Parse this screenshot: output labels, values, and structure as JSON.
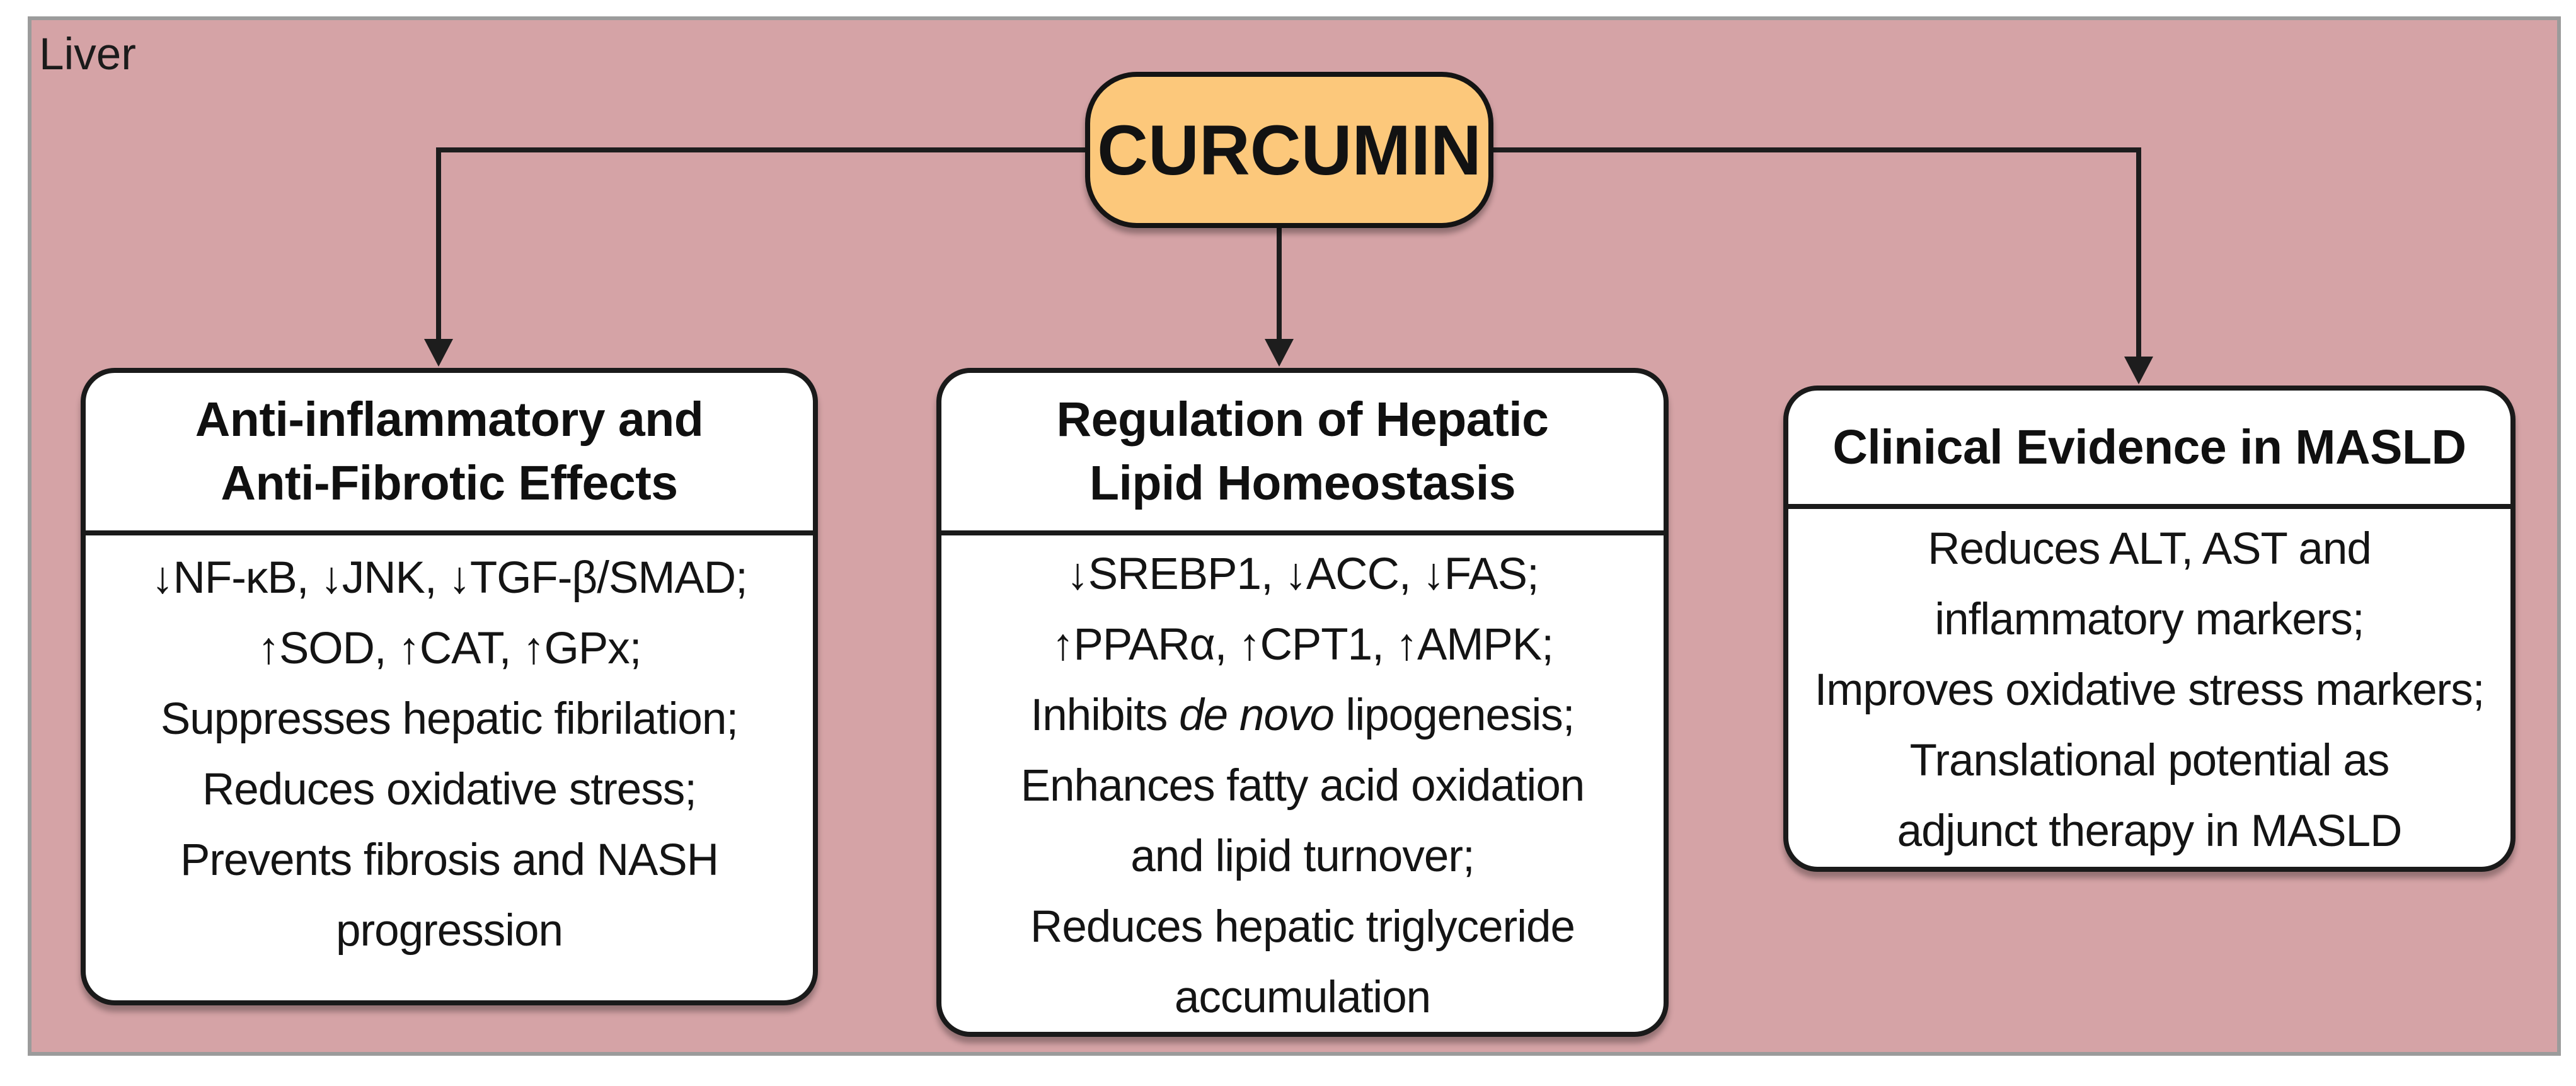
{
  "page": {
    "region_label": "Liver"
  },
  "root_node": {
    "label": "CURCUMIN"
  },
  "boxes": [
    {
      "id": "anti-inflammatory-anti-fibrotic",
      "title_lines": [
        "Anti-inflammatory and",
        "Anti-Fibrotic Effects"
      ],
      "body_lines": [
        "↓NF-κB, ↓JNK, ↓TGF-β/SMAD;",
        "↑SOD, ↑CAT, ↑GPx;",
        "Suppresses hepatic fibrilation;",
        "Reduces oxidative stress;",
        "Prevents fibrosis and NASH",
        "progression"
      ]
    },
    {
      "id": "hepatic-lipid-homeostasis",
      "title_lines": [
        "Regulation of Hepatic",
        "Lipid Homeostasis"
      ],
      "body_lines": [
        "↓SREBP1, ↓ACC, ↓FAS;",
        "↑PPARα, ↑CPT1, ↑AMPK;"
      ],
      "italic_line": {
        "pre": "Inhibits ",
        "italic": "de novo",
        "post": " lipogenesis;"
      },
      "body_lines_after": [
        "Enhances fatty acid oxidation",
        "and lipid turnover;",
        "Reduces hepatic triglyceride",
        "accumulation"
      ]
    },
    {
      "id": "clinical-evidence-masld",
      "title_lines": [
        "Clinical Evidence in MASLD"
      ],
      "body_lines": [
        "Reduces ALT, AST and",
        "inflammatory markers;",
        "Improves oxidative stress markers;",
        "Translational potential as",
        "adjunct therapy in MASLD"
      ]
    }
  ],
  "colors": {
    "panel_background": "#D5A3A6",
    "panel_border": "#9B9B9B",
    "node_fill": "#FCC87B",
    "box_fill": "#FFFFFF",
    "line_and_border": "#1A1A1A",
    "text": "#141414"
  }
}
